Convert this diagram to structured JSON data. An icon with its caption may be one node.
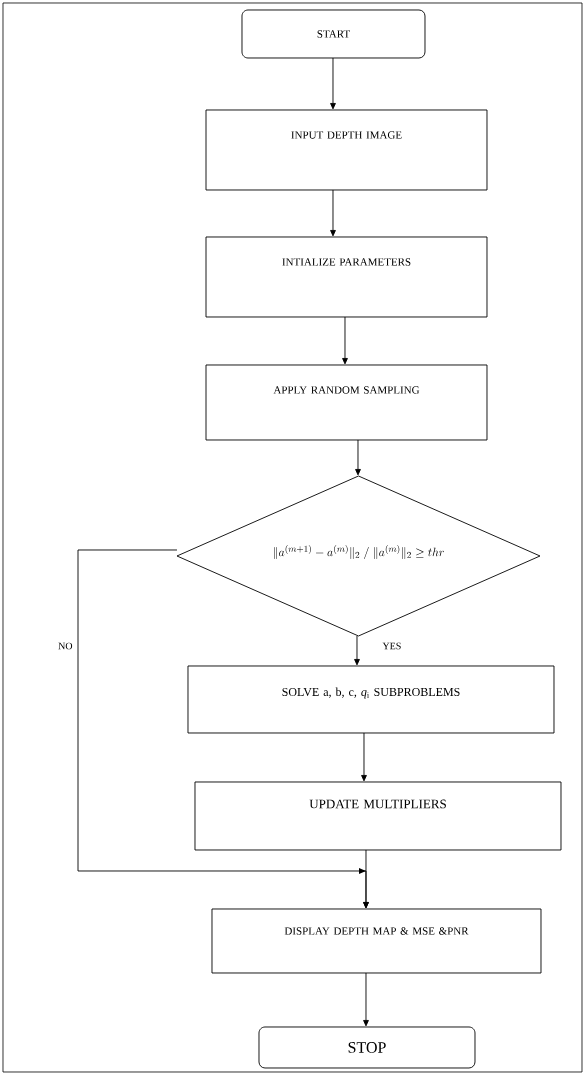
{
  "diagram": {
    "nodes": [
      {
        "text": [
          "START"
        ]
      },
      {
        "text": [
          "INPUT DEPTH IMAGE"
        ]
      },
      {
        "text": [
          "INTIALIZE PARAMETERS"
        ]
      },
      {
        "text": [
          "APPLY RANDOM SAMPLING"
        ]
      },
      {
        "text": [
          "\\| a^{(m+1)} - a^{(m)} \\|_{2} \\;/\\; \\| a^{(m)} \\|_{2} \\geq thr"
        ]
      },
      {
        "text": [
          "SOLVE a, b, c, *q*$_{i}$ SUBPROBLEMS"
        ]
      },
      {
        "text": [
          "UPDATE MULTIPLIERS"
        ]
      },
      {
        "text": [
          "DISPLAY DEPTH MAP & MSE &PNR"
        ]
      },
      {
        "text": [
          "STOP"
        ]
      }
    ],
    "edges": [
      {
        "from": 0,
        "to": 1,
        "arrow": "to"
      },
      {
        "from": 1,
        "to": 2,
        "arrow": "to"
      },
      {
        "from": 2,
        "to": 3,
        "arrow": "to"
      },
      {
        "from": 3,
        "to": 4,
        "arrow": "to"
      },
      {
        "from": 4,
        "to": 5,
        "arrow": "to",
        "label": "YES"
      },
      {
        "from": 5,
        "to": 6,
        "arrow": "to"
      },
      {
        "from": 6,
        "to": 7,
        "arrow": "to"
      },
      {
        "from": 4,
        "to": 7,
        "arrow": "to",
        "label": "NO"
      },
      {
        "from": 7,
        "to": 8,
        "arrow": "to"
      }
    ]
  }
}
